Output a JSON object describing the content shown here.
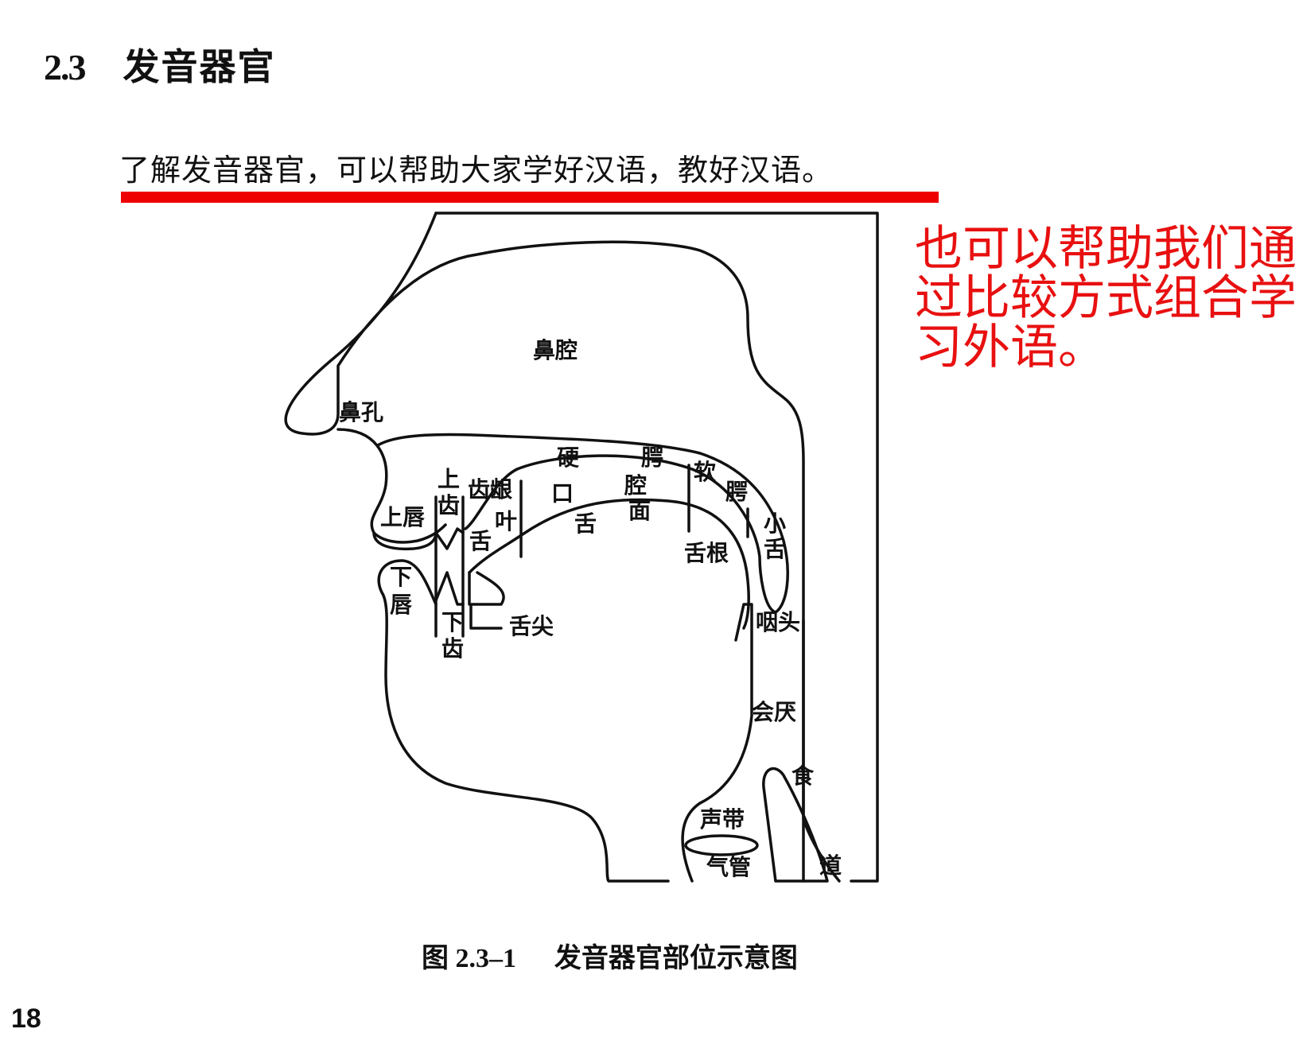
{
  "section": {
    "number": "2.3",
    "title": "发音器官"
  },
  "intro_text": "了解发音器官，可以帮助大家学好汉语，教好汉语。",
  "annotation": {
    "text": "也可以帮助我们通过比较方式组合学习外语。",
    "color": "#e81010"
  },
  "underline_color": "#ee0000",
  "figure": {
    "labels": {
      "nasal_cavity": "鼻腔",
      "nostril": "鼻孔",
      "hard_palate_1": "硬",
      "hard_palate_2": "腭",
      "soft_palate_1": "软",
      "soft_palate_2": "腭",
      "upper_teeth_1": "上",
      "upper_teeth_2": "齿",
      "alveolar": "齿龈",
      "oral_cavity_1": "口",
      "oral_cavity_2": "腔",
      "upper_lip": "上唇",
      "lower_lip_1": "下",
      "lower_lip_2": "唇",
      "tongue_blade_1": "舌",
      "tongue_blade_2": "叶",
      "tongue_body_1": "舌",
      "tongue_body_2": "面",
      "tongue_root": "舌根",
      "uvula_1": "小",
      "uvula_2": "舌",
      "lower_teeth_1": "下",
      "lower_teeth_2": "齿",
      "tongue_tip": "舌尖",
      "pharynx": "咽头",
      "epiglottis": "会厌",
      "esophagus_1": "食",
      "esophagus_2": "道",
      "vocal_cords": "声带",
      "trachea": "气管"
    },
    "caption_number": "图 2.3–1",
    "caption_title": "发音器官部位示意图"
  },
  "page_number": "18"
}
